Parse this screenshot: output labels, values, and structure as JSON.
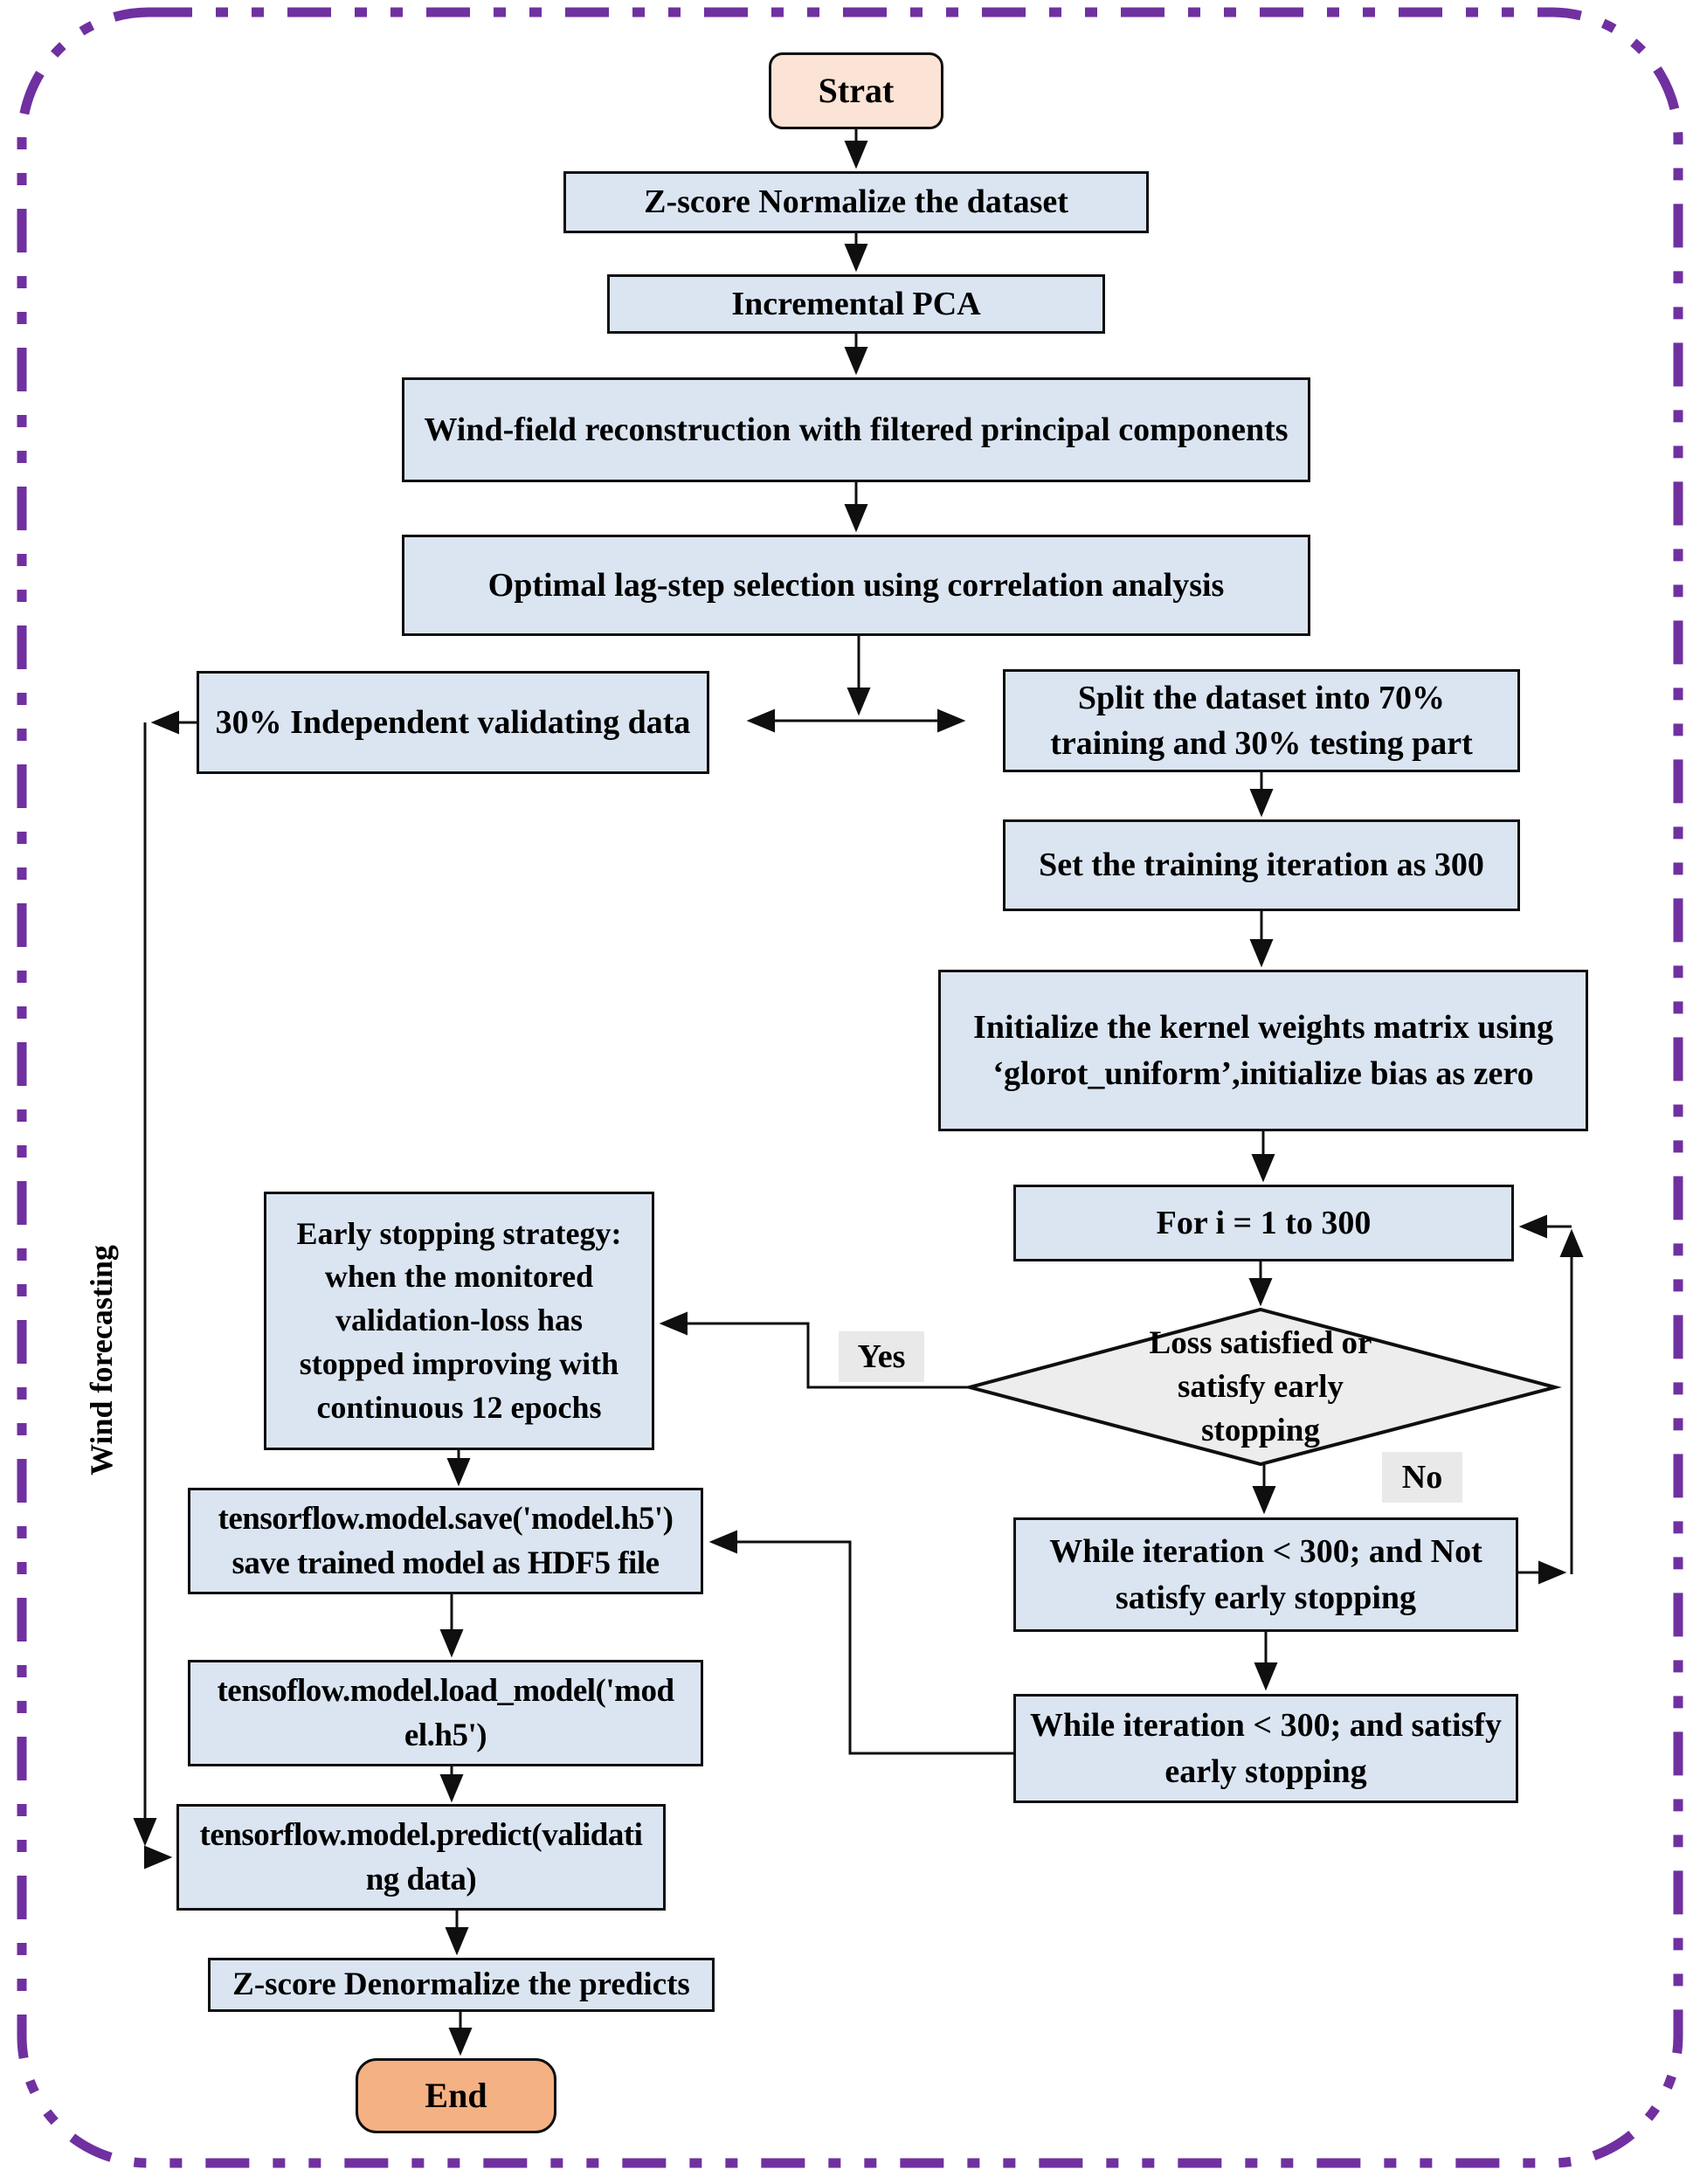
{
  "diagram": {
    "side_label": "Wind forecasting",
    "colors": {
      "frame": "#7030a0",
      "process_fill": "#dbe5f1",
      "decision_fill": "#ededed",
      "start_fill": "#fbe3d5",
      "end_fill": "#f4b183",
      "edge_label_bg": "#e9e9e9",
      "line": "#0f0f0f"
    },
    "nodes": {
      "start": "Strat",
      "zscore": "Z-score Normalize the dataset",
      "pca": "Incremental PCA",
      "windfield": "Wind-field reconstruction with filtered principal components",
      "lagstep": "Optimal lag-step selection using correlation analysis",
      "validate30": "30% Independent validating data",
      "split": "Split the dataset into 70%\ntraining and 30% testing part",
      "setiter": "Set the training iteration as 300",
      "init": "Initialize the kernel weights matrix using\n‘glorot_uniform’,initialize bias as zero",
      "forloop": "For i = 1 to 300",
      "decision": "Loss satisfied or\nsatisfy early\nstopping",
      "whilenot": "While iteration < 300; and Not\nsatisfy early stopping",
      "whilesat": "While iteration < 300; and satisfy\nearly stopping",
      "earlystop": "Early stopping strategy:\nwhen the monitored\nvalidation-loss has\nstopped improving with\ncontinuous 12 epochs",
      "save": "tensorflow.model.save('model.h5')\nsave trained model as HDF5 file",
      "load": "tensoflow.model.load_model('mod\nel.h5')",
      "predict": "tensorflow.model.predict(validati\nng data)",
      "denorm": "Z-score Denormalize the predicts",
      "end": "End"
    },
    "edge_labels": {
      "yes": "Yes",
      "no": "No"
    }
  }
}
